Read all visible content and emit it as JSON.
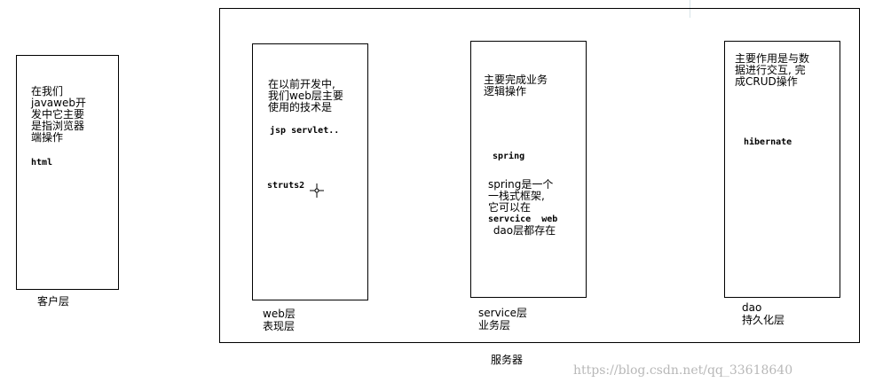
{
  "client": {
    "box_text": [
      "在我们",
      "javaweb开",
      "发中它主要",
      "是指浏览器",
      "端操作"
    ],
    "tech": "html",
    "caption": "客户层"
  },
  "server": {
    "caption": "服务器",
    "web": {
      "box_text": [
        "在以前开发中,",
        "我们web层主要",
        "使用的技术是"
      ],
      "tech1": "jsp servlet..",
      "tech2": "struts2",
      "caption_line1": "web层",
      "caption_line2": "表现层"
    },
    "service": {
      "box_text": [
        "主要完成业务",
        "逻辑操作"
      ],
      "tech": "spring",
      "desc": [
        "spring是一个",
        "一栈式框架,",
        "它可以在",
        "servcice  web",
        " dao层都存在"
      ],
      "caption_line1": "service层",
      "caption_line2": "业务层"
    },
    "dao": {
      "box_text": [
        "主要作用是与数",
        "据进行交互, 完",
        "成CRUD操作"
      ],
      "tech": "hibernate",
      "caption_line1": "dao",
      "caption_line2": "持久化层"
    }
  },
  "watermark": "https://blog.csdn.net/qq_33618640"
}
